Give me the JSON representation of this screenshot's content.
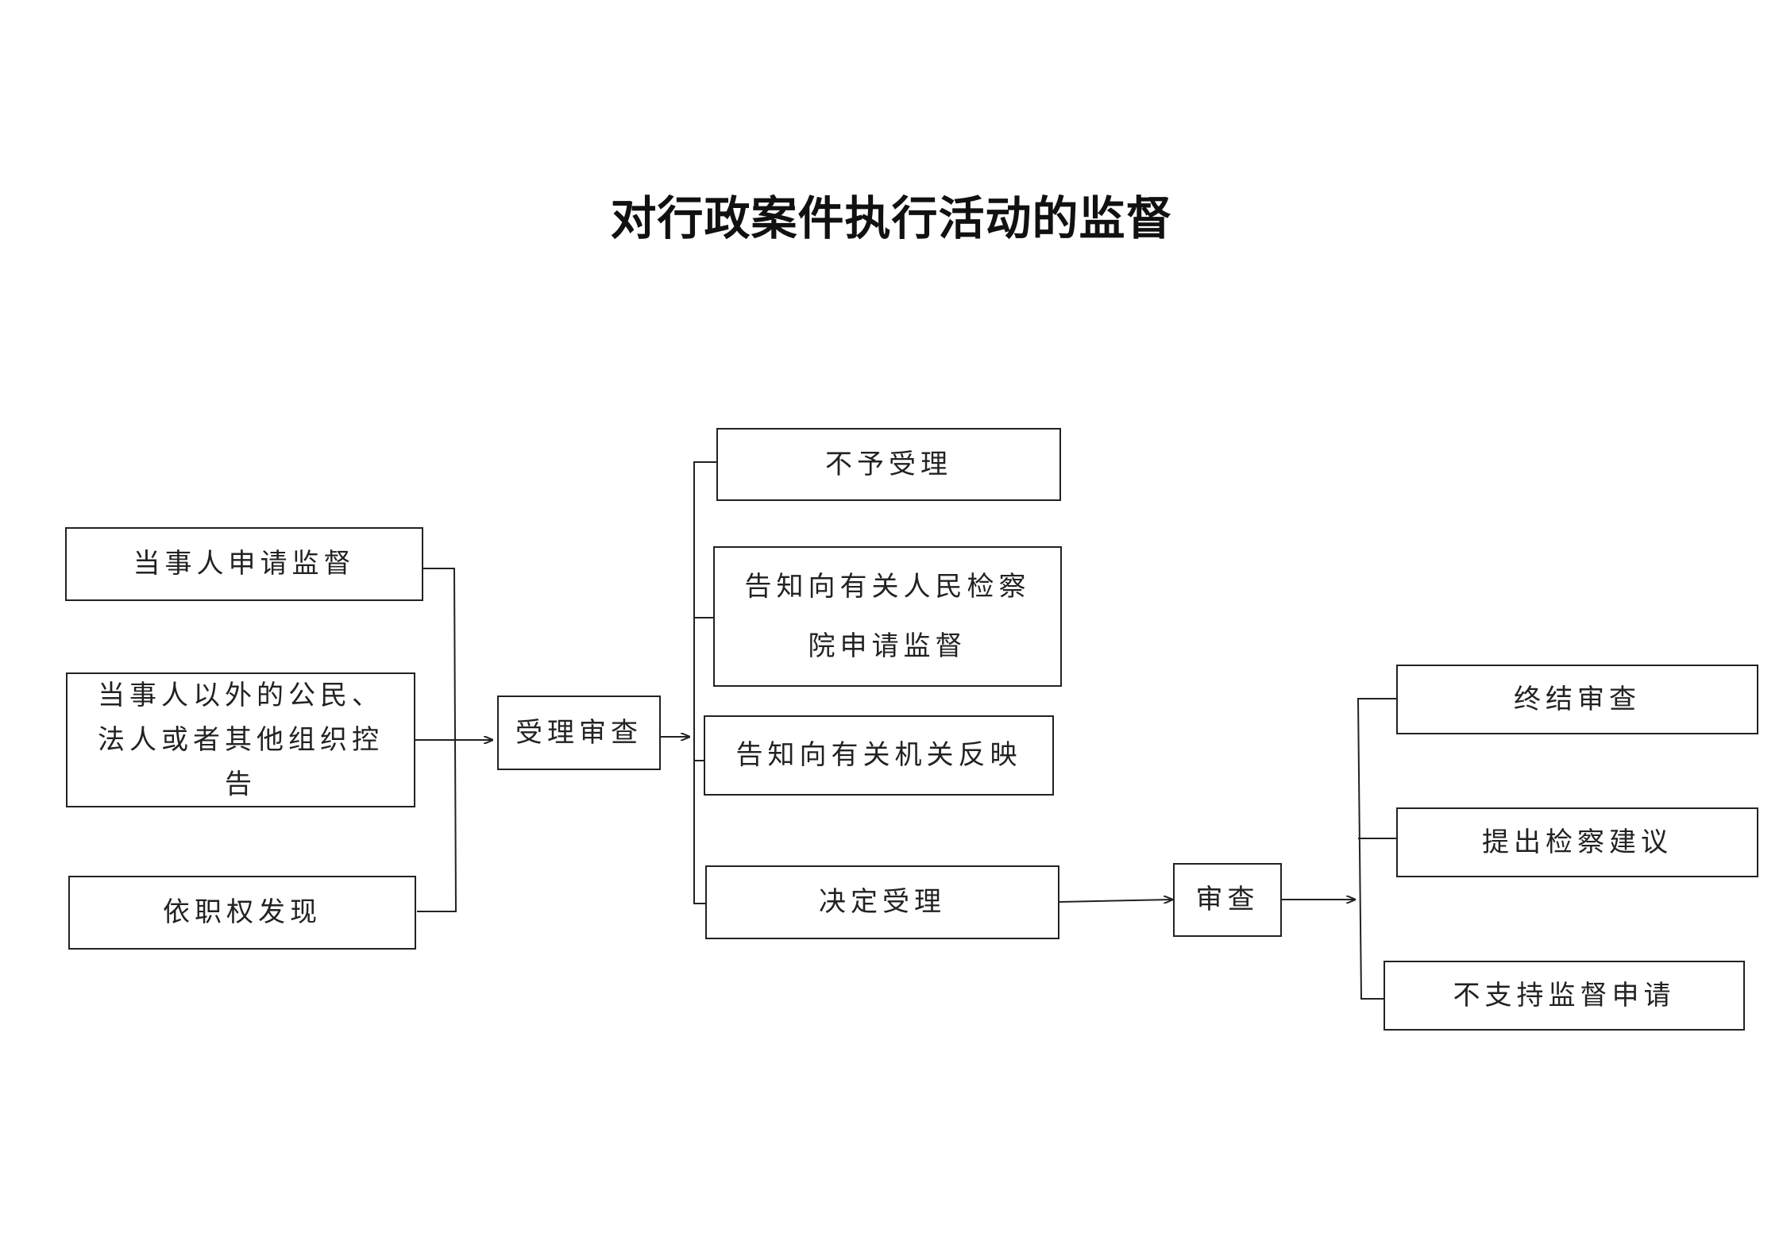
{
  "title": "对行政案件执行活动的监督",
  "sources": {
    "party_apply": "当事人申请监督",
    "others_complaint": "当事人以外的公民、法人或者其他组织控告",
    "ex_officio": "依职权发现"
  },
  "acceptance_review": "受理审查",
  "acceptance_outcomes": {
    "reject": "不予受理",
    "notify_procuratorate": "告知向有关人民检察院申请监督",
    "notify_organ": "告知向有关机关反映",
    "accept": "决定受理"
  },
  "review": "审查",
  "review_outcomes": {
    "terminate": "终结审查",
    "suggestion": "提出检察建议",
    "not_support": "不支持监督申请"
  }
}
